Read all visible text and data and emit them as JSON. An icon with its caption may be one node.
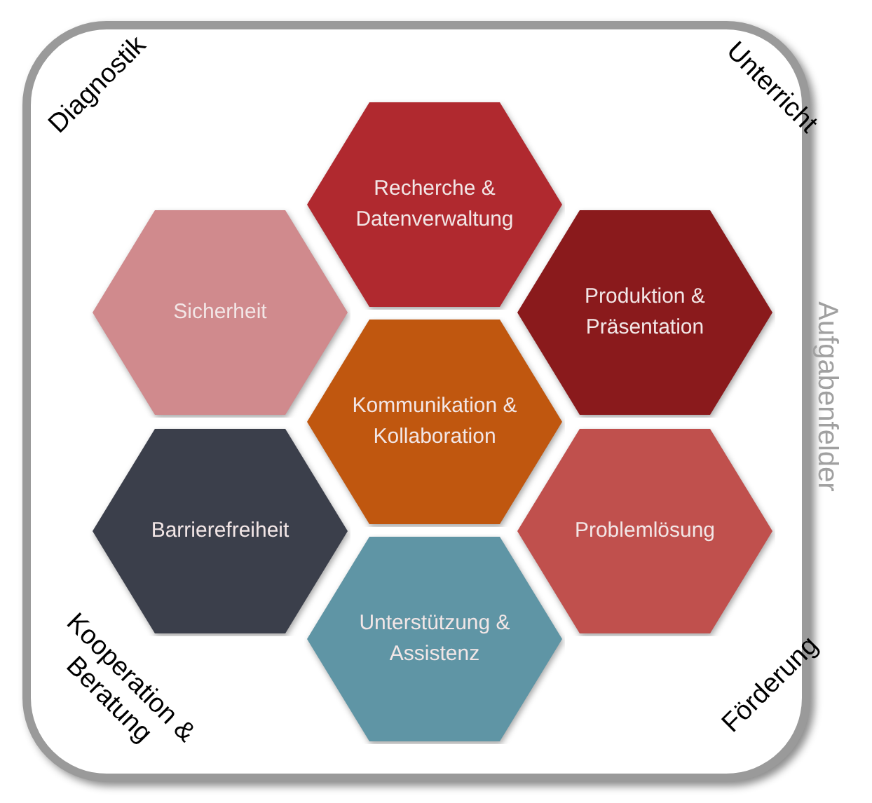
{
  "diagram": {
    "nodes": [
      {
        "text": [
          "Aufgabenfelder"
        ]
      },
      {
        "text": [
          "Recherche & Datenverwaltung"
        ],
        "in": 0
      },
      {
        "text": [
          "Sicherheit"
        ],
        "in": 0
      },
      {
        "text": [
          "Produktion & Präsentation"
        ],
        "in": 0
      },
      {
        "text": [
          "Kommunikation & Kollaboration"
        ],
        "in": 0
      },
      {
        "text": [
          "Barrierefreiheit"
        ],
        "in": 0
      },
      {
        "text": [
          "Problemlösung"
        ],
        "in": 0
      },
      {
        "text": [
          "Unterstützung & Assistenz"
        ],
        "in": 0
      }
    ],
    "labels": [
      "Diagnostik",
      "Unterricht",
      "Kooperation & Beratung",
      "Förderung"
    ]
  }
}
